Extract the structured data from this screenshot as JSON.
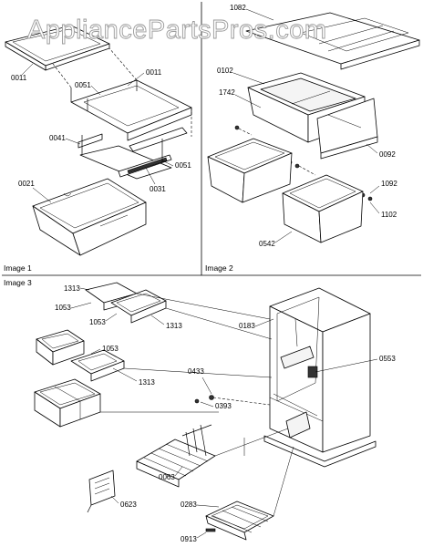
{
  "watermark": "AppliancePartsPros.com",
  "sections": [
    {
      "label": "Image 1"
    },
    {
      "label": "Image 2"
    },
    {
      "label": "Image 3"
    }
  ],
  "callouts": {
    "p0011a": "0011",
    "p0011b": "0011",
    "p0051a": "0051",
    "p0051b": "0051",
    "p0041": "0041",
    "p0031": "0031",
    "p0021": "0021",
    "p1082": "1082",
    "p0102": "0102",
    "p1742": "1742",
    "p0092": "0092",
    "p1092": "1092",
    "p1102": "1102",
    "p0542": "0542",
    "p1313a": "1313",
    "p1313b": "1313",
    "p1313c": "1313",
    "p1053a": "1053",
    "p1053b": "1053",
    "p1053c": "1053",
    "p0183": "0183",
    "p0553": "0553",
    "p0433": "0433",
    "p0393": "0393",
    "p0063": "0063",
    "p0623": "0623",
    "p0283": "0283",
    "p0913": "0913"
  }
}
